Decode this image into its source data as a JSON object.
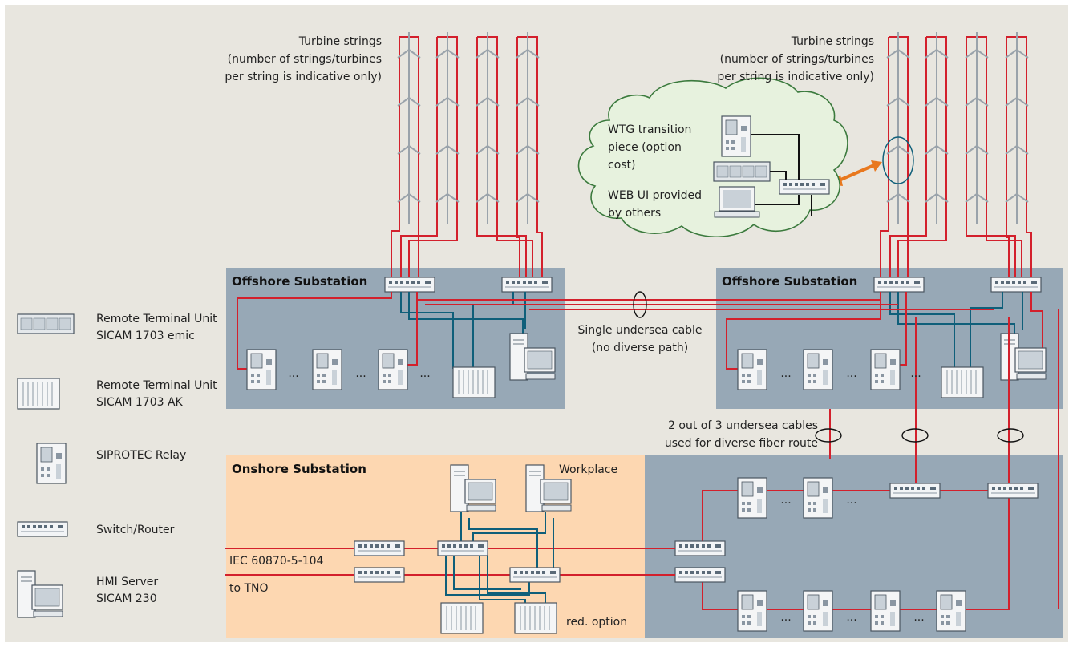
{
  "offshore": {
    "strings_label_line1": "Turbine strings",
    "strings_label_line2": "(number of strings/turbines",
    "strings_label_line3": "per string is indicative only)",
    "substation_left": "Offshore Substation",
    "substation_right": "Offshore Substation",
    "single_cable_line1": "Single undersea cable",
    "single_cable_line2": "(no diverse path)",
    "diverse_line1": "2 out of 3 undersea cables",
    "diverse_line2": "used for diverse fiber route",
    "ellipsis": "..."
  },
  "cloud": {
    "wtg_line1": "WTG transition",
    "wtg_line2": "piece (option",
    "wtg_line3": "cost)",
    "web_line1": "WEB UI provided",
    "web_line2": "by others"
  },
  "onshore": {
    "title": "Onshore Substation",
    "workplace": "Workplace",
    "iec": "IEC 60870-5-104",
    "tno": "to TNO",
    "red_option": "red. option"
  },
  "legend": {
    "rtu_emic_line1": "Remote Terminal Unit",
    "rtu_emic_line2": "SICAM 1703 emic",
    "rtu_ak_line1": "Remote Terminal Unit",
    "rtu_ak_line2": "SICAM 1703 AK",
    "relay": "SIPROTEC Relay",
    "switch": "Switch/Router",
    "hmi_line1": "HMI Server",
    "hmi_line2": "SICAM 230"
  },
  "colors": {
    "background": "#e8e6df",
    "substation_panel": "#97a8b6",
    "onshore_panel": "#fdd7b1",
    "fiber_red": "#d3202c",
    "network_blue": "#0f5f7a",
    "arrow_orange": "#e8781e"
  }
}
